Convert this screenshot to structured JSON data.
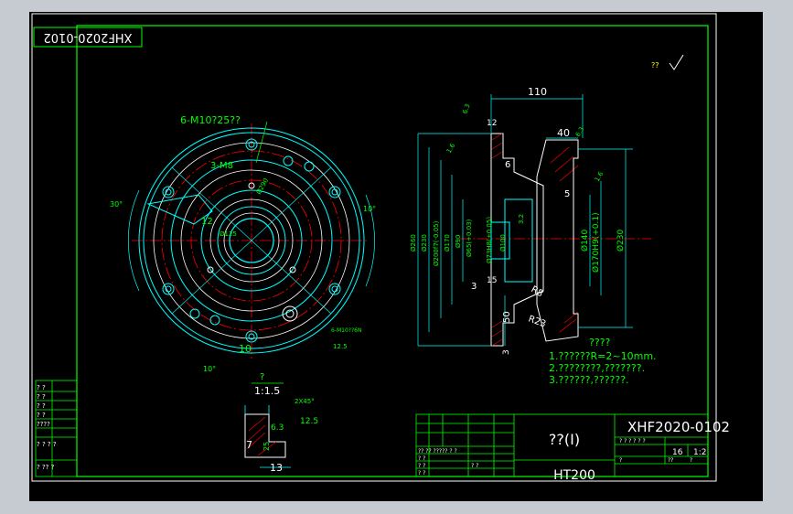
{
  "drawing_number": "XHF2020-0102",
  "drawing_number_mirrored": "XHF2020-0102",
  "roughness_note": "??",
  "front_view": {
    "hole_note_1": "6-M10?25??",
    "hole_note_2": "3-M8",
    "hole_note_3": "6-M10??6N",
    "roughness_1": "12.5",
    "dim_radius": "Ø290",
    "dim_bore": "Ø125",
    "dim_12": "12",
    "dim_10": "10",
    "angle_left": "30°",
    "angle_right": "10°",
    "angle_bottom": "10°"
  },
  "section_view": {
    "dim_top": "110",
    "dim_40": "40",
    "dim_12": "12",
    "dim_6": "6",
    "dim_5": "5",
    "dim_3a": "3",
    "dim_15": "15",
    "dim_50": "50",
    "dim_3b": "3",
    "dim_r8": "R8",
    "dim_r23": "R23",
    "dia_260": "Ø260",
    "dia_230": "Ø230",
    "dia_200": "Ø200f7(-0.05)",
    "dia_170": "Ø170",
    "dia_90": "Ø90",
    "dia_65": "Ø65(+0.03)",
    "dia_73": "Ø73H8(+0.05)",
    "dia_100": "Ø100",
    "dia_140": "Ø140",
    "dia_170h9": "Ø170H9(+0.1)",
    "dia_230r": "Ø230",
    "rough_a": "6.3",
    "rough_b": "3.2",
    "rough_c": "6.3",
    "rough_d": "1.6",
    "rough_e": "1.6"
  },
  "notes": {
    "title": "????",
    "line1": "1.??????R=2~10mm.",
    "line2": "2.????????,???????.",
    "line3": "3.??????,??????."
  },
  "detail": {
    "label": "?",
    "scale": "1:1.5",
    "chamfer": "2X45°",
    "rough_1": "6.3",
    "rough_2": "12.5",
    "rough_3": "25",
    "dim_7": "7",
    "dim_13": "13"
  },
  "title_block": {
    "part_name": "??(I)",
    "material": "HT200",
    "code": "XHF2020-0102",
    "qty": "16",
    "scale": "1:2",
    "header_row": "? ? ? ? ? ?",
    "row_a": "?? ?? ????? ? ?",
    "row_b": "? ?",
    "row_c": "? ?",
    "row_d": "? ?",
    "row_e": "? ?",
    "sheet_a": "?",
    "sheet_b": "??",
    "sheet_c": "?"
  },
  "left_table": {
    "r1": "? ?",
    "r2": "? ?",
    "r3": "? ?",
    "r4": "? ?",
    "r5": "????",
    "r6": "? ? ? ?",
    "r7": "? ??  ?"
  }
}
